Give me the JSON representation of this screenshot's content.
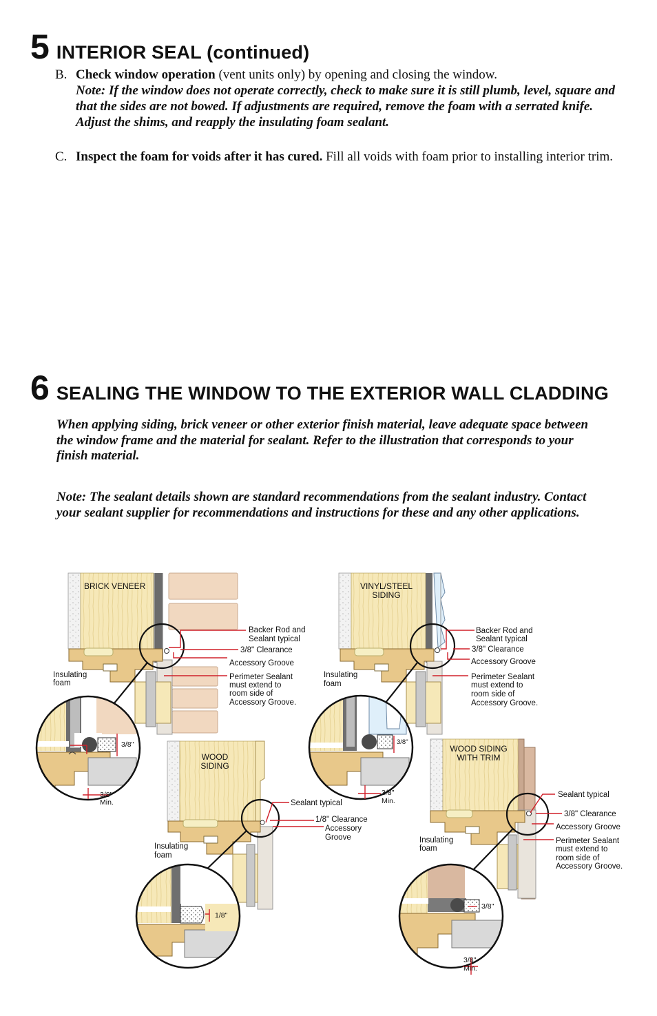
{
  "section5": {
    "number": "5",
    "title": "INTERIOR SEAL (continued)",
    "step_b": {
      "label": "B.",
      "bold": "Check window operation",
      "text": " (vent units only) by opening and closing the window.",
      "note": "Note: If the window does not operate correctly, check to make sure it is still plumb, level, square and that the sides are not bowed. If adjustments are required, remove the foam with a serrated knife. Adjust the shims, and reapply the insulating foam sealant."
    },
    "step_c": {
      "label": "C.",
      "bold": "Inspect the foam for voids after it has cured.",
      "text": " Fill all voids with foam prior to installing interior trim."
    }
  },
  "section6": {
    "number": "6",
    "title": "SEALING THE WINDOW TO THE EXTERIOR WALL CLADDING",
    "intro": "When applying siding, brick veneer or other exterior finish material, leave adequate space between the window frame and the material for sealant. Refer to the illustration that corresponds to your finish material.",
    "note": "Note: The sealant details shown are standard recommendations from the sealant industry. Contact your sealant supplier for recommendations and instructions for these and any other applications."
  },
  "diagrams": {
    "brick": {
      "title": "BRICK VENEER",
      "backer": [
        "Backer Rod and",
        "Sealant typical"
      ],
      "clearance": "3/8\" Clearance",
      "groove": "Accessory Groove",
      "perimeter": [
        "Perimeter Sealant",
        "must extend to",
        "room side of",
        "Accessory Groove."
      ],
      "foam": [
        "Insulating",
        "foam"
      ],
      "dim_side": "3/8\"",
      "dim_min": [
        "3/8\"",
        "Min."
      ]
    },
    "vinyl": {
      "title": [
        "VINYL/STEEL",
        "SIDING"
      ],
      "backer": [
        "Backer Rod and",
        "Sealant typical"
      ],
      "clearance": "3/8\" Clearance",
      "groove": "Accessory Groove",
      "perimeter": [
        "Perimeter Sealant",
        "must extend to",
        "room side of",
        "Accessory Groove."
      ],
      "foam": [
        "Insulating",
        "foam"
      ],
      "dim_side": "3/8\"",
      "dim_min": [
        "3/8\"",
        "Min."
      ]
    },
    "wood": {
      "title": [
        "WOOD",
        "SIDING"
      ],
      "sealant": "Sealant typical",
      "clearance": "1/8\" Clearance",
      "groove": [
        "Accessory",
        "Groove"
      ],
      "foam": [
        "Insulating",
        "foam"
      ],
      "dim_side": "1/8\""
    },
    "trim": {
      "title": [
        "WOOD SIDING",
        "WITH TRIM"
      ],
      "sealant": "Sealant typical",
      "clearance": "3/8\" Clearance",
      "groove": "Accessory Groove",
      "perimeter": [
        "Perimeter Sealant",
        "must extend to",
        "room side of",
        "Accessory Groove."
      ],
      "foam": [
        "Insulating",
        "foam"
      ],
      "dim_side": "3/8\"",
      "dim_min": [
        "3/8\"",
        "Min."
      ]
    }
  },
  "colors": {
    "wood": "#f6e8b8",
    "brick": "#f1d8c0",
    "frame_gray": "#9a9a9a",
    "dark_gray": "#6b6b6b",
    "leader_red": "#d0202a",
    "vinyl_blue": "#dfeffa",
    "trim_tan": "#d9b8a0"
  }
}
